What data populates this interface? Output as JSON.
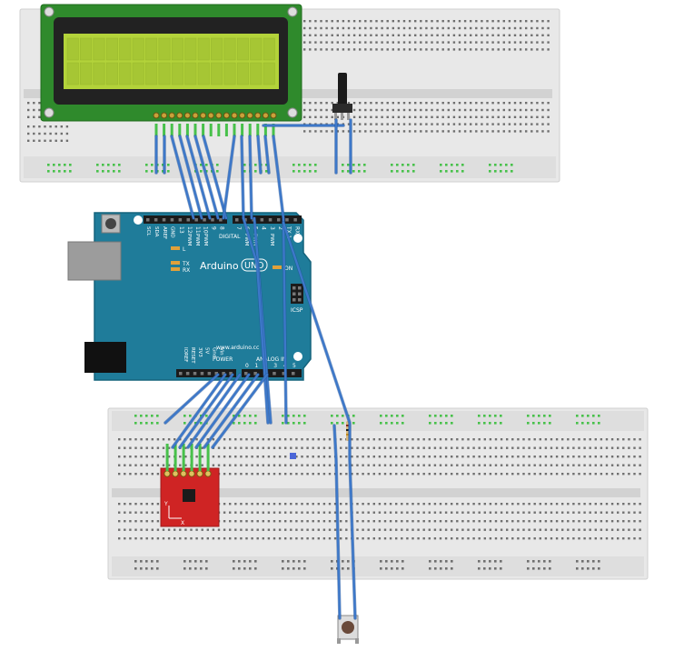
{
  "colors": {
    "breadboard": "#e8e8e8",
    "breadboard_edge": "#cfcfcf",
    "hole": "#6f6f6f",
    "hole_green": "#47c14a",
    "wire": "#3d78c9",
    "wire_dark": "#1d4f93",
    "arduino": "#1f7c9a",
    "arduino_edge": "#15637c",
    "lcd_pcb": "#2f8a2c",
    "lcd_screen": "#b3d33a",
    "lcd_bezel": "#222222",
    "sensor": "#cf2424",
    "usb": "#9c9c9c",
    "jack": "#111111"
  },
  "arduino": {
    "brand": "Arduino",
    "model": "UNO",
    "website": "www.arduino.cc",
    "on_label": "ON",
    "icsp_label": "ICSP",
    "digital_label": "DIGITAL",
    "tx_label": "TX",
    "rx_label": "RX",
    "l_label": "L",
    "power_label": "POWER",
    "analog_label": "ANALOG IN",
    "aref_pins": [
      "SCL",
      "SDA",
      "AREF",
      "GND"
    ],
    "digital_pins_high": [
      "13",
      "12",
      "11",
      "10",
      "9",
      "8"
    ],
    "digital_pins_low": [
      "7",
      "6",
      "5",
      "4",
      "3",
      "2",
      "TX 1",
      "RX 0"
    ],
    "pwm_label": "PWM",
    "power_pins": [
      "IOREF",
      "RESET",
      "3V3",
      "5V",
      "Gnd",
      "Vin"
    ],
    "analog_pins": [
      "0",
      "1",
      "2",
      "3",
      "4",
      "5"
    ]
  },
  "sensor": {
    "axis_x": "X",
    "axis_y": "Y"
  }
}
